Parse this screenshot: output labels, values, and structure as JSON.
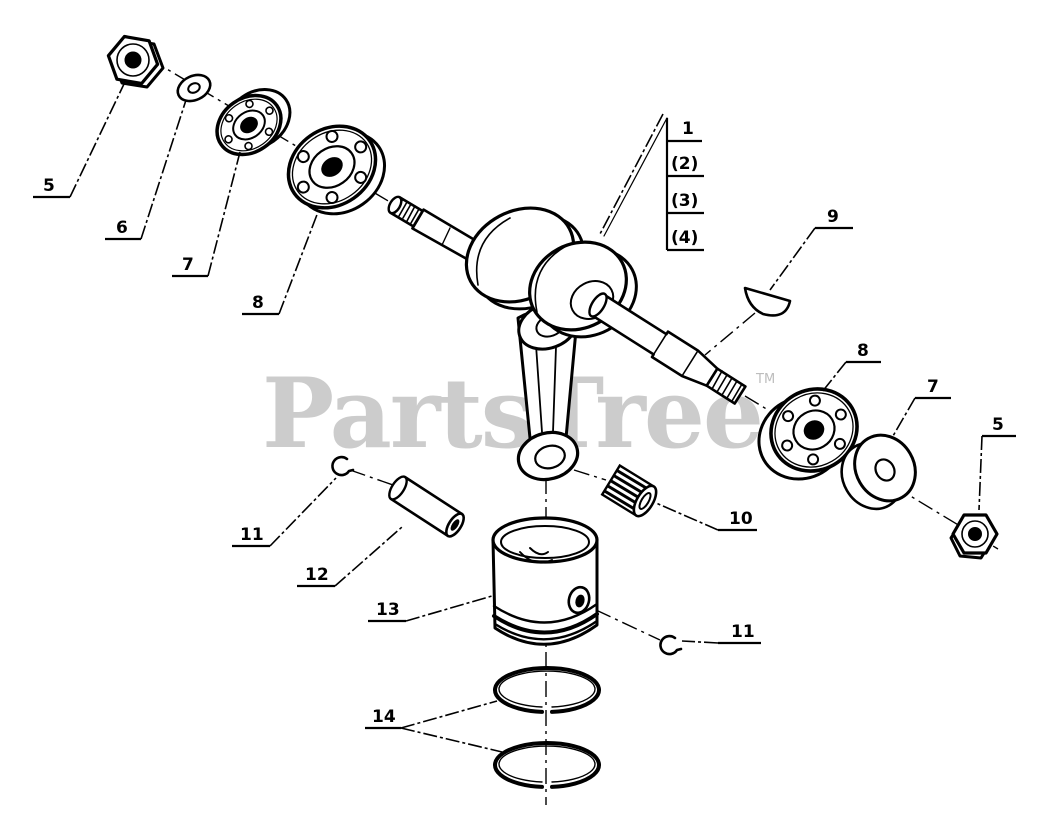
{
  "watermark": {
    "text": "PartsTree",
    "tm": "TM"
  },
  "callouts": {
    "nut_left": "5",
    "washer_left": "6",
    "bearing_small_left": "7",
    "bearing_large_left": "8",
    "crankshaft_assembly": [
      "1",
      "(2)",
      "(3)",
      "(4)"
    ],
    "woodruff_key": "9",
    "bearing_right": "8",
    "washer_right": "7",
    "nut_right": "5",
    "circlip_left": "11",
    "piston_pin": "12",
    "piston": "13",
    "needle_bearing": "10",
    "circlip_right": "11",
    "piston_rings": "14"
  },
  "colors": {
    "ink": "#000000",
    "watermark": "#c4c4c4",
    "background": "#ffffff"
  }
}
